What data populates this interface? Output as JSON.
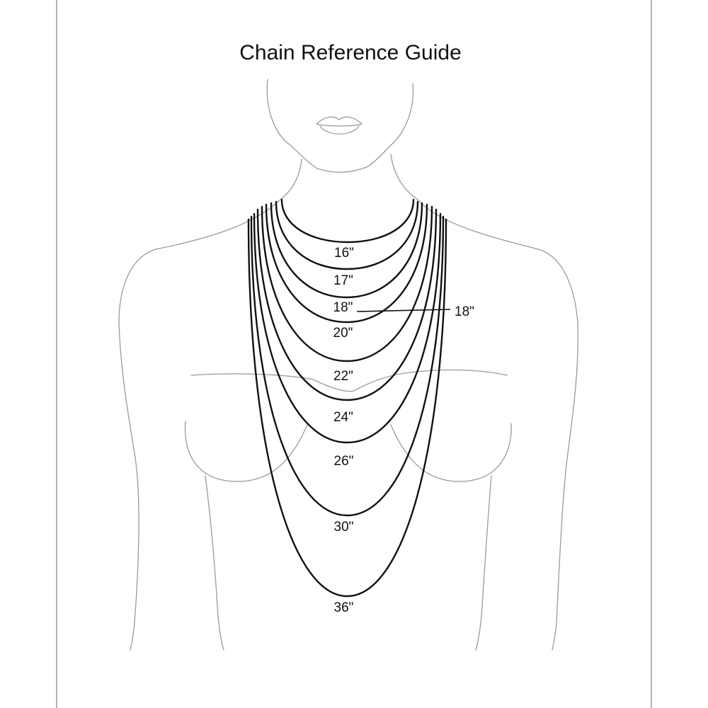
{
  "title": "Chain Reference Guide",
  "colors": {
    "chain": "#111111",
    "outline": "#9a9a9a",
    "frame": "#9a9a9a",
    "text": "#111111"
  },
  "chains": [
    {
      "length": "16\"",
      "label": "16\""
    },
    {
      "length": "17\"",
      "label": "17\""
    },
    {
      "length": "18\"",
      "label": "18\""
    },
    {
      "length": "20\"",
      "label": "20\""
    },
    {
      "length": "22\"",
      "label": "22\""
    },
    {
      "length": "24\"",
      "label": "24\""
    },
    {
      "length": "26\"",
      "label": "26\""
    },
    {
      "length": "30\"",
      "label": "30\""
    },
    {
      "length": "36\"",
      "label": "36\""
    }
  ],
  "callout": {
    "label": "18\""
  }
}
